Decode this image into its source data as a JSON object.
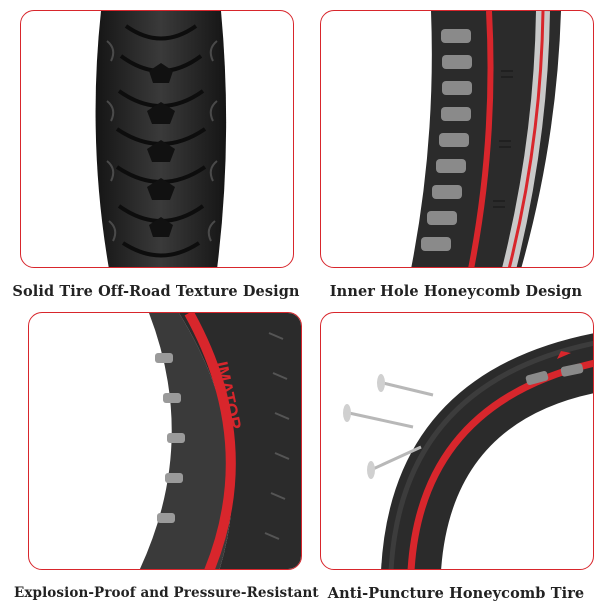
{
  "panels": [
    {
      "caption": "Solid Tire Off-Road Texture Design"
    },
    {
      "caption": "Inner Hole Honeycomb Design"
    },
    {
      "caption": "Explosion-Proof and Pressure-Resistant",
      "tire_brand": "IMATOR"
    },
    {
      "caption": "Anti-Puncture Honeycomb Tire"
    }
  ],
  "colors": {
    "accent_red": "#d8262c",
    "rubber": "#2b2b2b",
    "rubber_dark": "#1a1a1a"
  }
}
